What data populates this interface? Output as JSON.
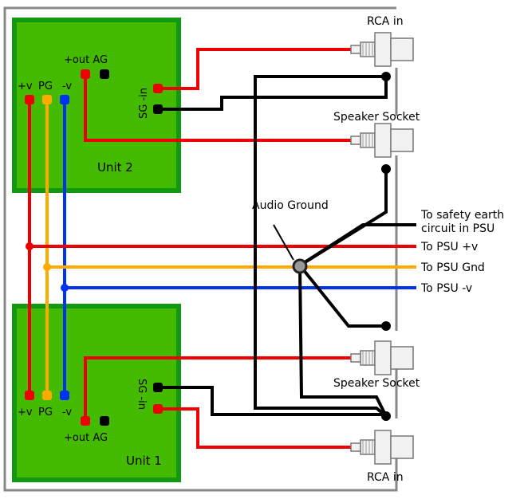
{
  "colors": {
    "positive": "#ee0000",
    "ground": "#ffaa00",
    "negative": "#0033ee",
    "signal_ground": "#000000",
    "board_fill": "#44bb00",
    "board_border": "#119911",
    "enclosure": "#888888"
  },
  "units": {
    "top": {
      "name": "Unit 2",
      "pins": {
        "pos_v": "+v",
        "pg": "PG",
        "neg_v": "-v",
        "out": "+out AG",
        "sg_in": "SG -in"
      }
    },
    "bottom": {
      "name": "Unit 1",
      "pins": {
        "pos_v": "+v",
        "pg": "PG",
        "neg_v": "-v",
        "out": "+out AG",
        "sg_in": "SG -in"
      }
    }
  },
  "connectors": {
    "rca_top": "RCA in",
    "speaker_top": "Speaker Socket",
    "speaker_bottom": "Speaker Socket",
    "rca_bottom": "RCA in"
  },
  "audio_ground": "Audio Ground",
  "psu": {
    "earth_line1": "To safety earth",
    "earth_line2": "circuit in PSU",
    "pos": "To PSU +v",
    "gnd": "To PSU Gnd",
    "neg": "To PSU -v"
  }
}
